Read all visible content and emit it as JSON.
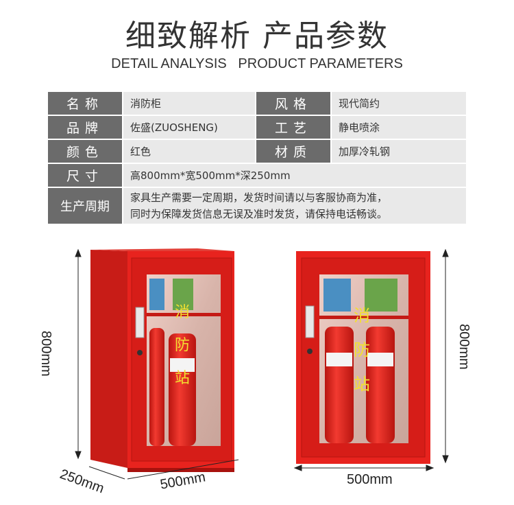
{
  "header": {
    "title_cn": "细致解析 产品参数",
    "title_en": "DETAIL ANALYSIS   PRODUCT PARAMETERS"
  },
  "specs": {
    "name_label": "名称",
    "name_value": "消防柜",
    "style_label": "风格",
    "style_value": "现代简约",
    "brand_label": "品牌",
    "brand_value": "佐盛(ZUOSHENG)",
    "process_label": "工艺",
    "process_value": "静电喷涂",
    "color_label": "颜色",
    "color_value": "红色",
    "material_label": "材质",
    "material_value": "加厚冷轧钢",
    "size_label": "尺寸",
    "size_value": "高800mm*宽500mm*深250mm",
    "cycle_label": "生产周期",
    "cycle_line1": "家具生产需要一定周期，发货时间请以与客服协商为准，",
    "cycle_line2": "同时为保障发货信息无误及准时发货，请保持电话畅谈。"
  },
  "products": {
    "left_height": "800mm",
    "left_depth": "250mm",
    "left_width": "500mm",
    "right_height": "800mm",
    "right_width": "500mm",
    "door_text_1": "消",
    "door_text_2": "防",
    "door_text_3": "站"
  },
  "colors": {
    "cabinet_red": "#e8231e",
    "label_gray": "#6b6b6b",
    "value_gray": "#e9e9e9"
  }
}
